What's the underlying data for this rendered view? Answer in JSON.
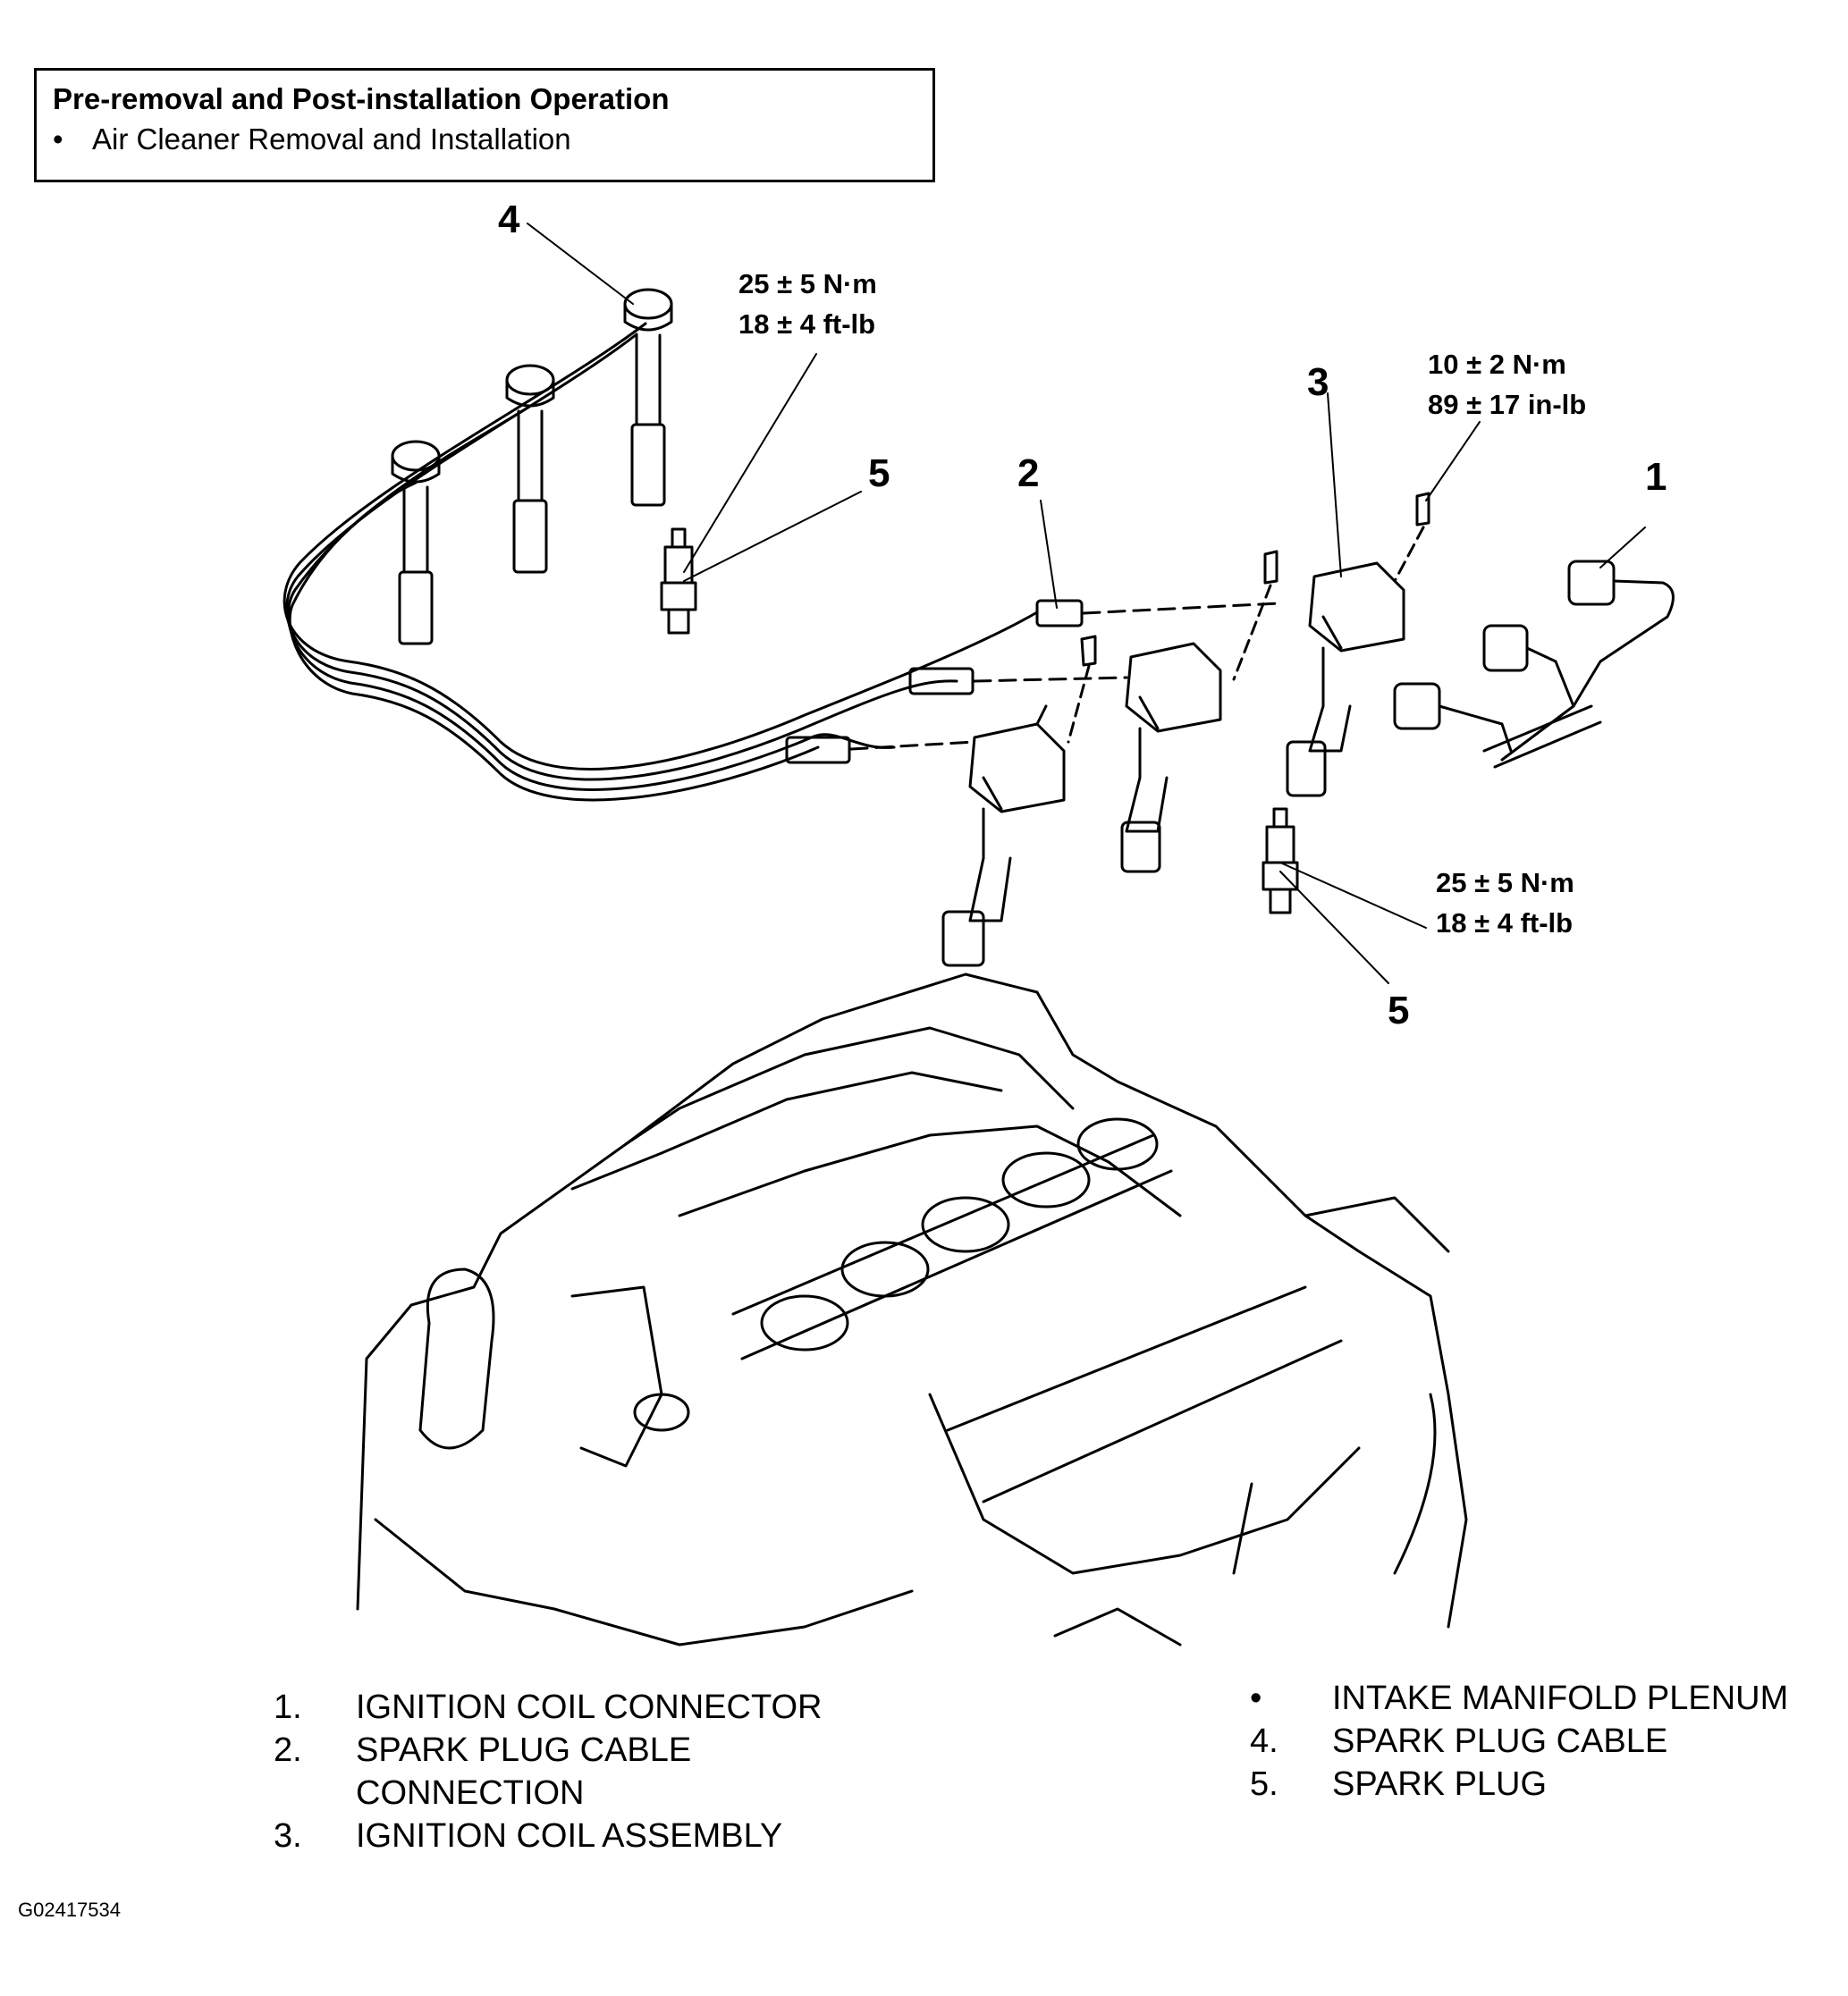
{
  "info_box": {
    "title": "Pre-removal and Post-installation Operation",
    "bullet_symbol": "•",
    "bullet_text": "Air Cleaner Removal and Installation"
  },
  "callouts": {
    "c1": "1",
    "c2": "2",
    "c3": "3",
    "c4": "4",
    "c5_top": "5",
    "c5_bottom": "5"
  },
  "torque": {
    "plug_top_nm": "25 ± 5 N·m",
    "plug_top_ft": "18 ± 4 ft-lb",
    "coil_nm": "10 ± 2 N·m",
    "coil_in": "89 ± 17 in-lb",
    "plug_bottom_nm": "25 ± 5 N·m",
    "plug_bottom_ft": "18 ± 4 ft-lb"
  },
  "legend_left": [
    {
      "num": "1.",
      "text": "IGNITION COIL CONNECTOR"
    },
    {
      "num": "2.",
      "text": "SPARK PLUG CABLE"
    },
    {
      "num": "",
      "text": "CONNECTION"
    },
    {
      "num": "3.",
      "text": "IGNITION COIL ASSEMBLY"
    }
  ],
  "legend_right": [
    {
      "num": "•",
      "text": "INTAKE MANIFOLD PLENUM"
    },
    {
      "num": "4.",
      "text": "SPARK PLUG CABLE"
    },
    {
      "num": "5.",
      "text": "SPARK PLUG"
    }
  ],
  "figure_id": "G02417534",
  "colors": {
    "line": "#000000",
    "background": "#ffffff"
  }
}
